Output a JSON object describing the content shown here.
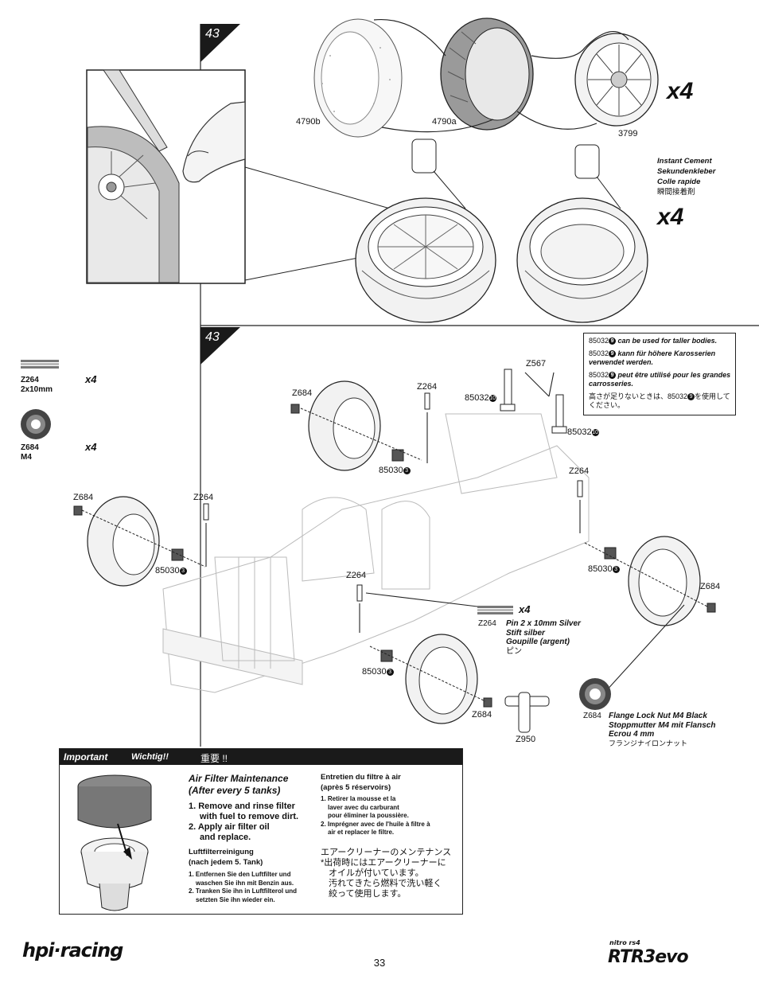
{
  "steps": {
    "step_top": "43",
    "step_bottom": "43"
  },
  "parts_top": {
    "foam": "4790b",
    "tire": "4790a",
    "wheel": "3799",
    "multiplier": "x4",
    "multiplier2": "x4"
  },
  "cement": {
    "en": "Instant Cement",
    "de": "Sekundenkleber",
    "fr": "Colle rapide",
    "ja": "瞬間接着剤"
  },
  "left_parts": {
    "z264_code": "Z264",
    "z264_size": "2x10mm",
    "z264_qty": "x4",
    "z684_code": "Z684",
    "z684_size": "M4",
    "z684_qty": "x4"
  },
  "callouts": {
    "z684": "Z684",
    "z264": "Z264",
    "z567": "Z567",
    "b85030": "85030",
    "b85032": "85032",
    "z950": "Z950",
    "n3": "3",
    "n9": "9",
    "n10": "10"
  },
  "note": {
    "code": "85032",
    "en": "can be used for taller bodies.",
    "de": "kann für höhere Karosserien verwendet werden.",
    "fr": "peut être utilisé pour les grandes carrosseries.",
    "ja_pre": "高さが足りないときは、85032",
    "ja_post": "を使用してください。"
  },
  "pin": {
    "qty": "x4",
    "code": "Z264",
    "en": "Pin 2 x 10mm Silver",
    "de": "Stift silber",
    "fr": "Goupille (argent)",
    "ja": "ピン"
  },
  "nut": {
    "code": "Z684",
    "en": "Flange Lock Nut M4  Black",
    "de": "Stoppmutter M4 mit Flansch",
    "fr": "Ecrou 4 mm",
    "ja": "フランジナイロンナット"
  },
  "important": {
    "en": "Important",
    "de": "Wichtig!!",
    "ja": "重要 !!",
    "en_title1": "Air Filter Maintenance",
    "en_title2": "(After every 5 tanks)",
    "en_s1a": "1. Remove and rinse filter",
    "en_s1b": "with fuel to remove dirt.",
    "en_s2a": "2. Apply air filter oil",
    "en_s2b": "and replace.",
    "de_title1": "Luftfilterreinigung",
    "de_title2": "(nach jedem 5. Tank)",
    "de_s1a": "1. Entfernen Sie den Luftfilter und",
    "de_s1b": "waschen Sie ihn mit Benzin aus.",
    "de_s2a": "2. Tranken Sie ihn in Luftfilterol und",
    "de_s2b": "setzten Sie ihn wieder ein.",
    "fr_title1": "Entretien du filtre à air",
    "fr_title2": "(après 5 réservoirs)",
    "fr_s1a": "1. Retirer la mousse et la",
    "fr_s1b": "laver avec du carburant",
    "fr_s1c": "pour éliminer la poussière.",
    "fr_s2a": "2. Imprégner avec de l'huile à filtre à",
    "fr_s2b": "air et replacer le filtre.",
    "ja_title": "エアークリーナーのメンテナンス",
    "ja_1": "*出荷時にはエアークリーナーに",
    "ja_2": "オイルが付いています。",
    "ja_3": "汚れてきたら燃料で洗い軽く",
    "ja_4": "絞って使用します。"
  },
  "footer": {
    "page": "33",
    "logo_left": "hpi·racing",
    "logo_right_small": "nitro rs4",
    "logo_right": "RTR3evo"
  }
}
